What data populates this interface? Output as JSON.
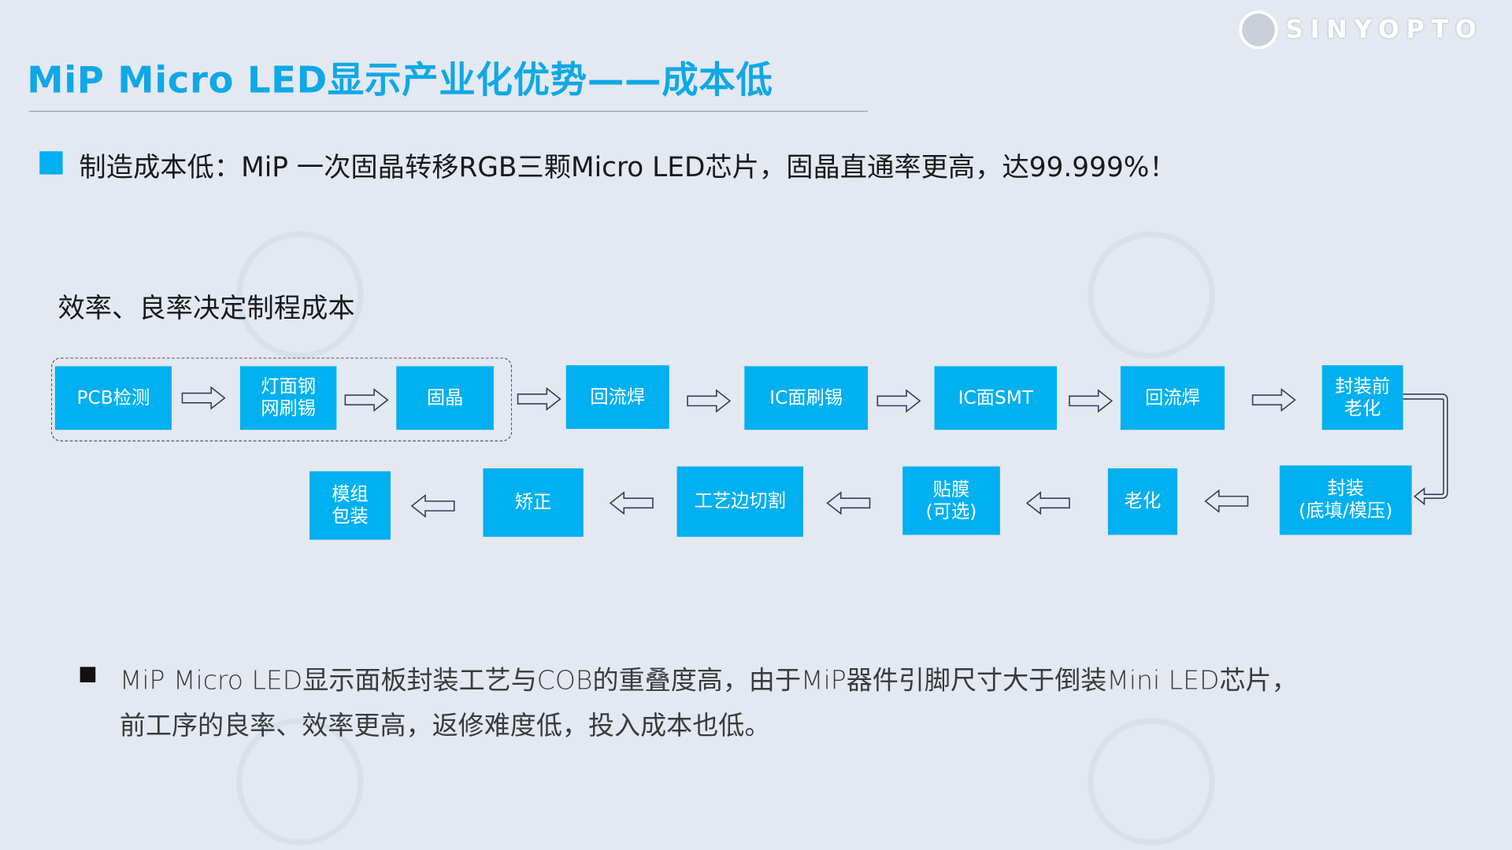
{
  "header": {
    "title": "MiP Micro LED显示产业化优势——成本低",
    "logo_text": "SINYOPTO"
  },
  "bullet1": "制造成本低：MiP 一次固晶转移RGB三颗Micro LED芯片，固晶直通率更高，达99.999%！",
  "subtitle": "效率、良率决定制程成本",
  "flow": {
    "row1": [
      "PCB检测",
      "灯面钢\n网刷锡",
      "固晶",
      "回流焊",
      "IC面刷锡",
      "IC面SMT",
      "回流焊",
      "封装前\n老化"
    ],
    "row2": [
      "封装\n(底填/模压)",
      "老化",
      "贴膜\n(可选)",
      "工艺边切割",
      "矫正",
      "模组\n包装"
    ]
  },
  "bullet2": {
    "line1": "MiP Micro LED显示面板封装工艺与COB的重叠度高，由于MiP器件引脚尺寸大于倒装Mini LED芯片，",
    "line2": "前工序的良率、效率更高，返修难度低，投入成本也低。"
  },
  "colors": {
    "accent": "#00b0f0",
    "background": "#e4e8f1"
  }
}
